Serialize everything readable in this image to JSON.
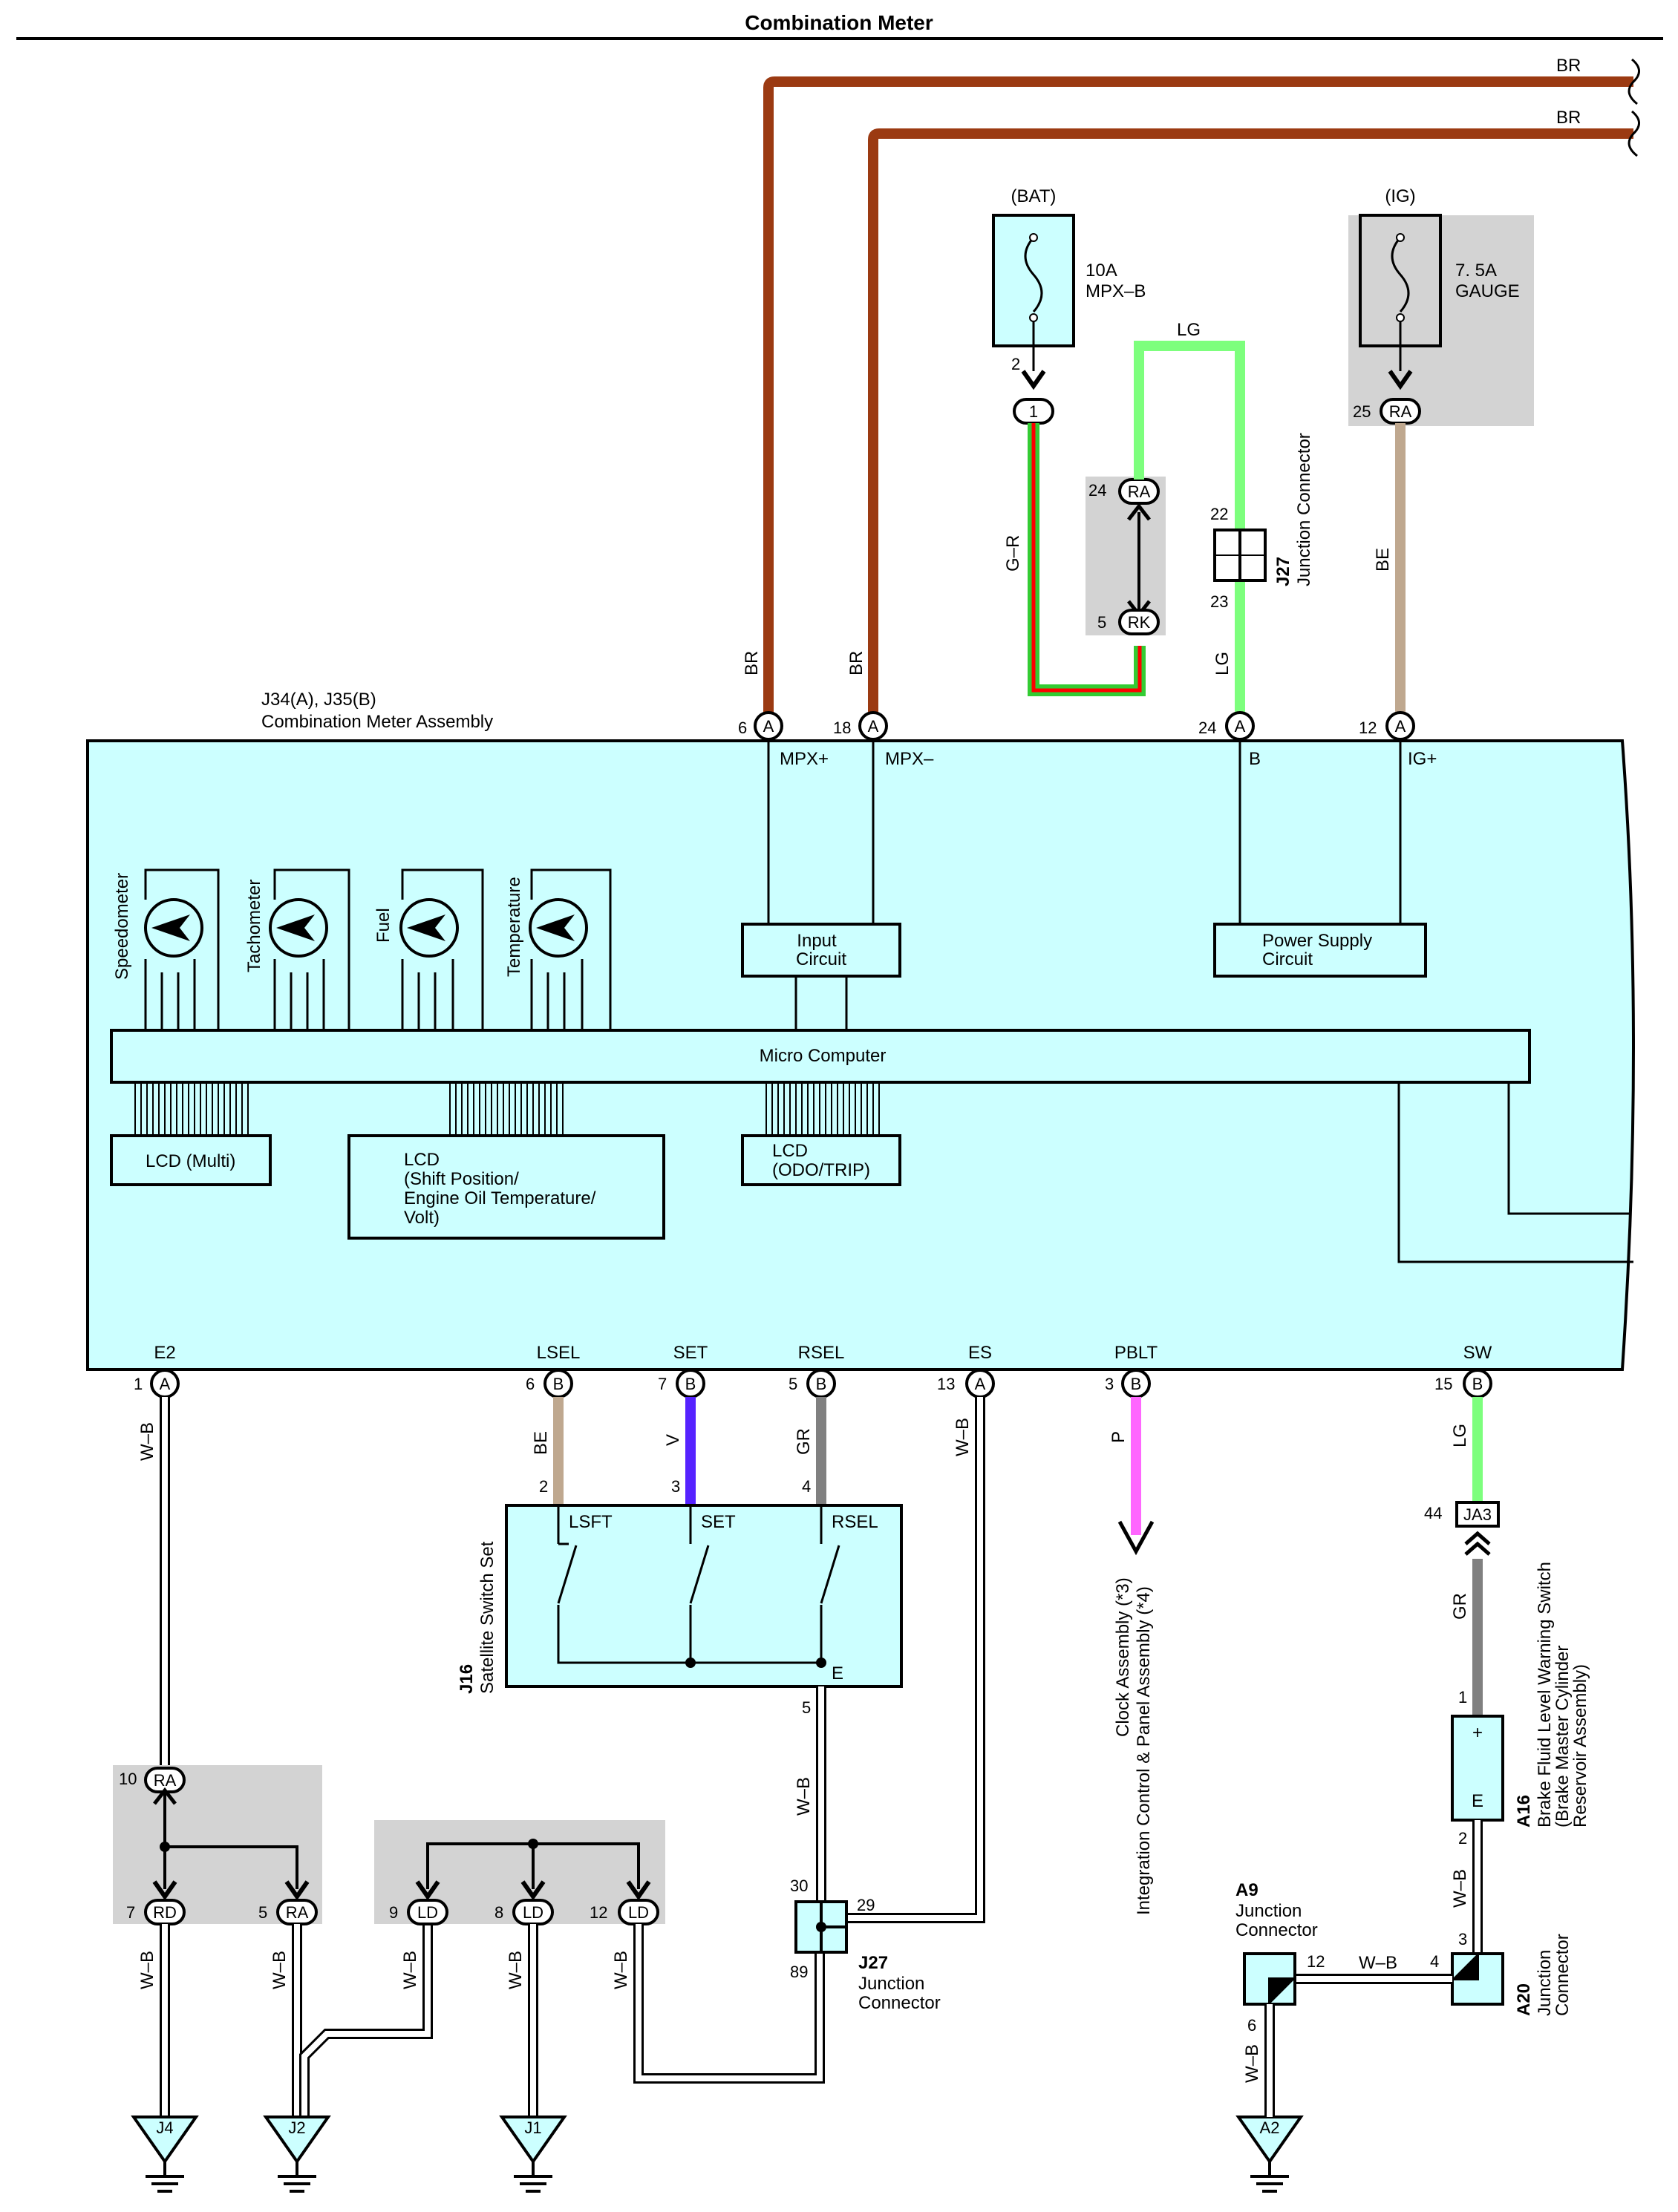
{
  "title": "Combination Meter",
  "assembly": {
    "id": "J34(A), J35(B)",
    "name": "Combination Meter Assembly"
  },
  "top_terminals": [
    {
      "pin": "6",
      "conn": "A",
      "name": "MPX+",
      "wire": "BR"
    },
    {
      "pin": "18",
      "conn": "A",
      "name": "MPX–",
      "wire": "BR"
    },
    {
      "pin": "24",
      "conn": "A",
      "name": "B",
      "wire": "LG"
    },
    {
      "pin": "12",
      "conn": "A",
      "name": "IG+",
      "wire": "BE"
    }
  ],
  "bottom_terminals": [
    {
      "pin": "1",
      "conn": "A",
      "name": "E2",
      "wire": "W–B"
    },
    {
      "pin": "6",
      "conn": "B",
      "name": "LSEL",
      "wire": "BE"
    },
    {
      "pin": "7",
      "conn": "B",
      "name": "SET",
      "wire": "V"
    },
    {
      "pin": "5",
      "conn": "B",
      "name": "RSEL",
      "wire": "GR"
    },
    {
      "pin": "13",
      "conn": "A",
      "name": "ES",
      "wire": "W–B"
    },
    {
      "pin": "3",
      "conn": "B",
      "name": "PBLT",
      "wire": "P"
    },
    {
      "pin": "15",
      "conn": "B",
      "name": "SW",
      "wire": "LG"
    }
  ],
  "wire_colors": {
    "BR": "#9b3a12",
    "LG": "#7dff7d",
    "BE": "#bfa88f",
    "V": "#5522ff",
    "GR": "#808080",
    "P": "#ff66ff",
    "G": "#33cc33",
    "R": "#ff0000"
  },
  "bus_labels": [
    "BR",
    "BR"
  ],
  "fuses": [
    {
      "source": "(BAT)",
      "rating": "10A",
      "name": "MPX–B",
      "pin_out": "2",
      "conn": "1"
    },
    {
      "source": "(IG)",
      "rating": "7. 5A",
      "name": "GAUGE",
      "pin": "25",
      "conn": "RA"
    }
  ],
  "joint_ra_rk": {
    "pin_top": "24",
    "conn_top": "RA",
    "pin_bottom": "5",
    "conn_bottom": "RK",
    "wire": "G–R"
  },
  "j27_top": {
    "pin_top": "22",
    "pin_bottom": "23",
    "id": "J27",
    "name": "Junction Connector",
    "wire": "LG"
  },
  "gauges": [
    "Speedometer",
    "Tachometer",
    "Fuel",
    "Temperature"
  ],
  "blocks": {
    "input_circuit": [
      "Input",
      "Circuit"
    ],
    "power_supply": [
      "Power Supply",
      "Circuit"
    ],
    "micro_computer": "Micro Computer",
    "lcd_multi": "LCD (Multi)",
    "lcd_shift": [
      "LCD",
      "(Shift Position/",
      " Engine Oil Temperature/",
      " Volt)"
    ],
    "lcd_odo": [
      "LCD",
      "(ODO/TRIP)"
    ]
  },
  "satellite_switch": {
    "id": "J16",
    "name": "Satellite Switch Set",
    "switches": [
      "LSFT",
      "SET",
      "RSEL"
    ],
    "pins": [
      "2",
      "3",
      "4"
    ],
    "e_label": "E",
    "e_pin": "5"
  },
  "j27_bottom": {
    "id": "J27",
    "name": [
      "Junction",
      "Connector"
    ],
    "pins": [
      "30",
      "29",
      "89"
    ]
  },
  "clock_assembly": [
    "Clock Assembly (*3)",
    "Integration Control & Panel Assembly (*4)"
  ],
  "brake_switch": {
    "pin_top": "44",
    "conn": "JA3",
    "wire": "GR",
    "pin1": "1",
    "plus": "+",
    "e": "E",
    "pin2": "2",
    "id": "A16",
    "name": [
      "Brake Fluid Level Warning Switch",
      "(Brake Master Cylinder",
      " Reservoir Assembly)"
    ]
  },
  "a9": {
    "id": "A9",
    "name": [
      "Junction",
      "Connector"
    ],
    "pin12": "12",
    "pin6": "6",
    "wire": "W–B"
  },
  "a20": {
    "id": "A20",
    "name": [
      "Junction",
      "Connector"
    ],
    "pin3": "3",
    "pin4": "4"
  },
  "ground_junction_left": {
    "pin_top": "10",
    "conn_top": "RA",
    "pin_l": "7",
    "conn_l": "RD",
    "pin_r": "5",
    "conn_r": "RA"
  },
  "ground_junction_mid": [
    {
      "pin": "9",
      "conn": "LD"
    },
    {
      "pin": "8",
      "conn": "LD"
    },
    {
      "pin": "12",
      "conn": "LD"
    }
  ],
  "grounds": [
    "J4",
    "J2",
    "J1",
    "A2"
  ],
  "wb": "W–B"
}
